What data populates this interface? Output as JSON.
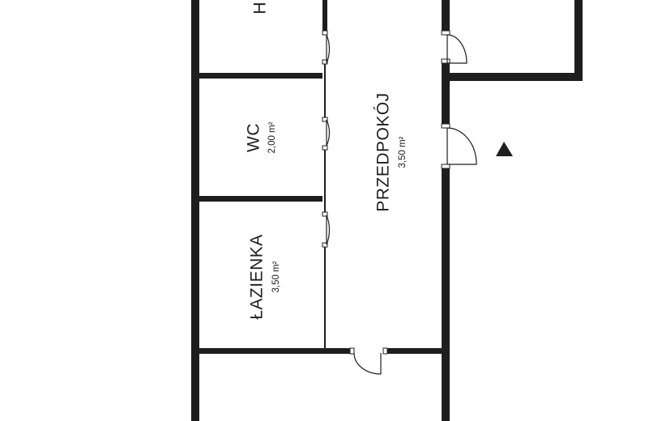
{
  "rooms": {
    "top_left": {
      "label": "H"
    },
    "wc": {
      "name": "WC",
      "area": "2,00 m²"
    },
    "przedpokoj": {
      "name": "PRZEDPOKÓJ",
      "area": "3,50 m²"
    },
    "lazienka": {
      "name": "ŁAZIENKA",
      "area": "3,50 m²"
    }
  },
  "entrance_marker": {
    "icon": "entrance-triangle-icon"
  },
  "colors": {
    "wall": "#1e1e1e",
    "background": "#ffffff"
  }
}
